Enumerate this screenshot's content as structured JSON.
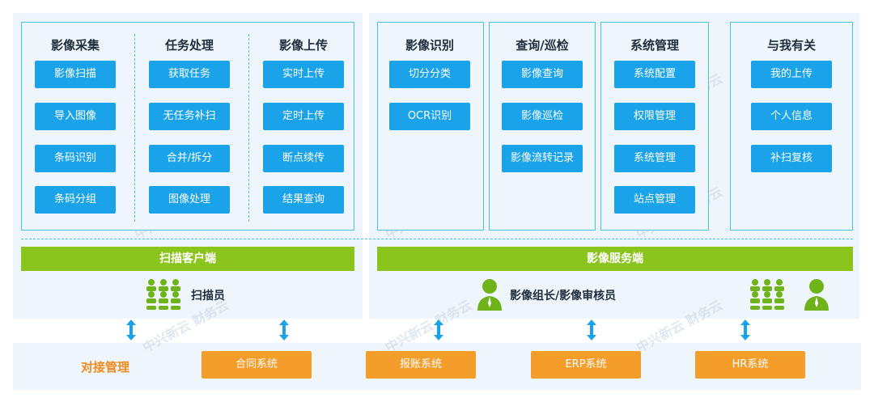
{
  "colors": {
    "blue": "#1aa3e8",
    "green": "#8cc41e",
    "orange": "#f59d2a",
    "frame": "#48c3e0",
    "panel": "#eef5fb",
    "person": "#6fb31b"
  },
  "sections": [
    {
      "title": "影像采集",
      "items": [
        "影像扫描",
        "导入图像",
        "条码识别",
        "条码分组"
      ]
    },
    {
      "title": "任务处理",
      "items": [
        "获取任务",
        "无任务补扫",
        "合并/拆分",
        "图像处理"
      ]
    },
    {
      "title": "影像上传",
      "items": [
        "实时上传",
        "定时上传",
        "断点续传",
        "结果查询"
      ]
    },
    {
      "title": "影像识别",
      "items": [
        "切分分类",
        "OCR识别"
      ]
    },
    {
      "title": "查询/巡检",
      "items": [
        "影像查询",
        "影像巡检",
        "影像流转记录"
      ]
    },
    {
      "title": "系统管理",
      "items": [
        "系统配置",
        "权限管理",
        "系统管理",
        "站点管理"
      ]
    },
    {
      "title": "与我有关",
      "items": [
        "我的上传",
        "个人信息",
        "补扫复核"
      ]
    }
  ],
  "bars": {
    "left": "扫描客户端",
    "right": "影像服务端"
  },
  "roles": {
    "scanner": "扫描员",
    "reviewer": "影像组长/影像审核员"
  },
  "integration": {
    "label": "对接管理",
    "systems": [
      "合同系统",
      "报账系统",
      "ERP系统",
      "HR系统"
    ]
  },
  "icons": [
    "group-people-icon",
    "person-icon",
    "double-arrow-icon"
  ],
  "watermark": {
    "cn": "中兴新云",
    "brand": "财务云"
  }
}
